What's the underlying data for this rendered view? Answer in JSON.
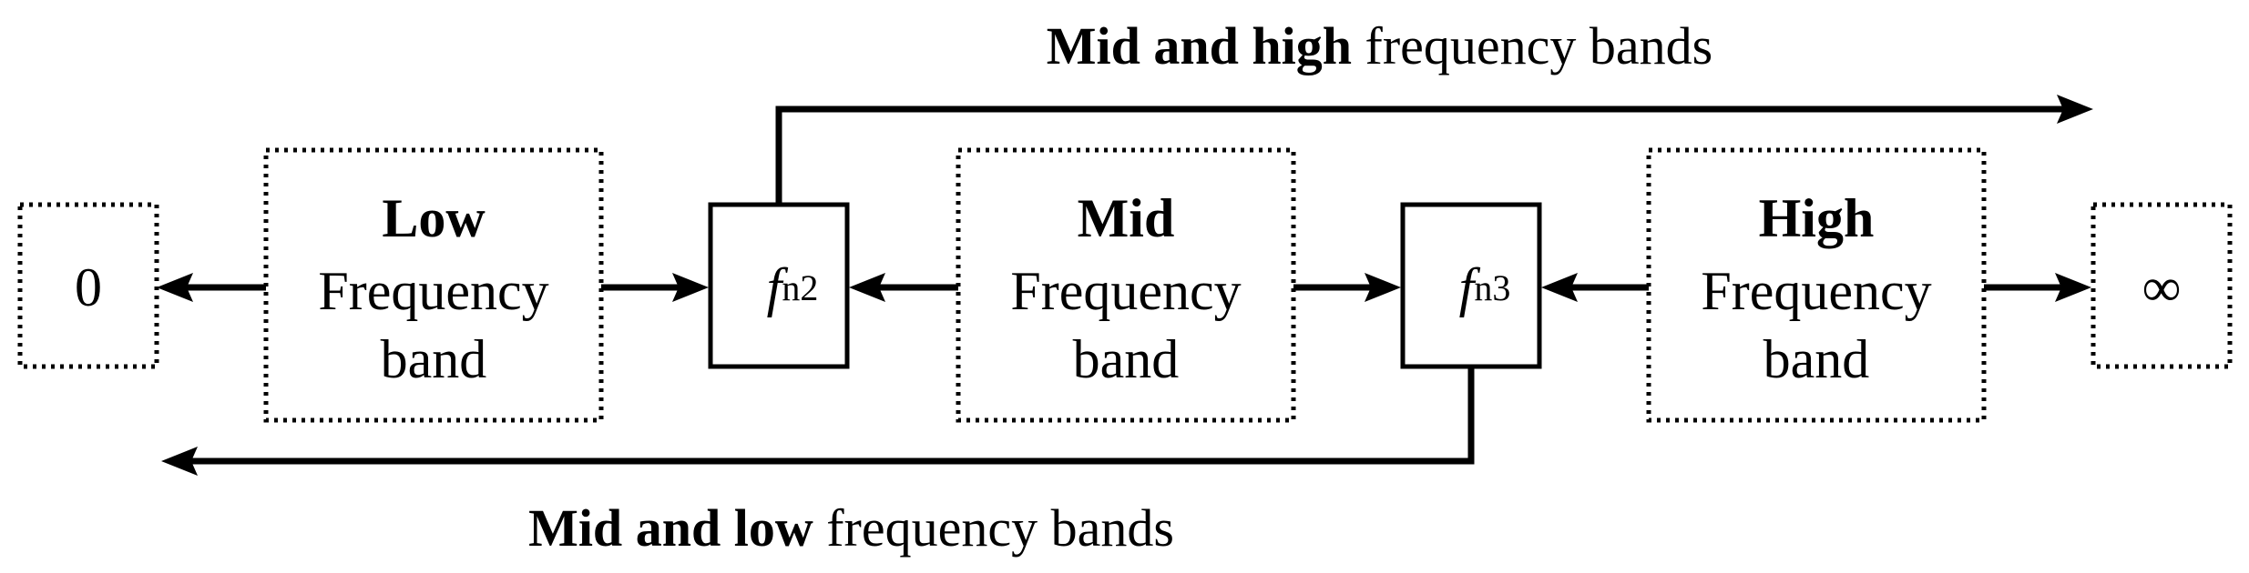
{
  "top_caption": {
    "bold": "Mid and high",
    "normal": " frequency bands"
  },
  "bottom_caption": {
    "bold": "Mid and low",
    "normal": " frequency bands"
  },
  "zero_box": {
    "label": "0"
  },
  "infinity_box": {
    "label": "∞"
  },
  "low_band": {
    "title": "Low",
    "line2": "Frequency",
    "line3": "band"
  },
  "mid_band": {
    "title": "Mid",
    "line2": "Frequency",
    "line3": "band"
  },
  "high_band": {
    "title": "High",
    "line2": "Frequency",
    "line3": "band"
  },
  "fn2_box": {
    "symbol": "f",
    "subscript": "n2"
  },
  "fn3_box": {
    "symbol": "f",
    "subscript": "n3"
  }
}
